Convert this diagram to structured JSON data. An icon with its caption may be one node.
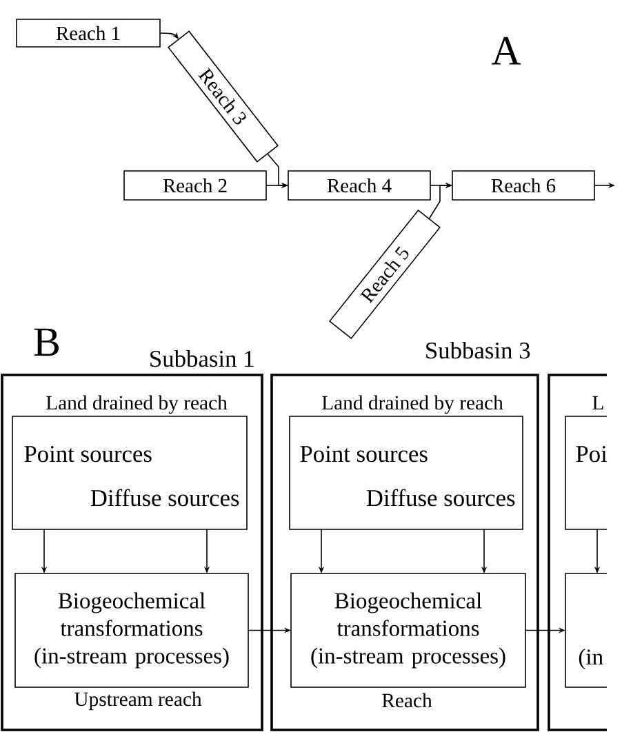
{
  "diagram": {
    "nodes": [
      {
        "text": [
          "Reach 1"
        ]
      },
      {
        "text": [
          "Reach 3"
        ]
      },
      {
        "text": [
          "Reach 2"
        ]
      },
      {
        "text": [
          "Reach 4"
        ]
      },
      {
        "text": [
          "Reach 6"
        ]
      },
      {
        "text": [
          "Reach 5"
        ]
      },
      {
        "text": [
          "Subbasin 1"
        ]
      },
      {
        "text": [
          "Land drained by reach",
          "Point sources",
          "Diffuse sources"
        ],
        "in": 6
      },
      {
        "text": [
          "Biogeochemical transformations (in-stream processes)"
        ],
        "beside": [
          "Upstream reach"
        ],
        "in": 6
      },
      {
        "text": [
          "Subbasin 3"
        ]
      },
      {
        "text": [
          "Land drained by reach",
          "Point sources",
          "Diffuse sources"
        ],
        "in": 9
      },
      {
        "text": [
          "Biogeochemical transformations (in-stream processes)"
        ],
        "beside": [
          "Reach"
        ],
        "in": 9
      },
      {
        "text": [],
        "shape": "box"
      },
      {
        "text": [
          "L",
          "Poi"
        ],
        "in": 12
      },
      {
        "text": [
          "(in"
        ],
        "in": 12
      }
    ],
    "edges": [
      {
        "from": 0,
        "to": 1,
        "arrow": "to"
      },
      {
        "from": 1,
        "to": 3,
        "arrow": "to"
      },
      {
        "from": 2,
        "to": 3,
        "arrow": "to"
      },
      {
        "from": 3,
        "to": 4,
        "arrow": "to"
      },
      {
        "from": 5,
        "to": 4,
        "arrow": "to"
      },
      {
        "from": 4,
        "to": null,
        "arrow": "to"
      },
      {
        "from": 7,
        "to": 8,
        "arrow": "to"
      },
      {
        "from": 7,
        "to": 8,
        "arrow": "to"
      },
      {
        "from": 10,
        "to": 11,
        "arrow": "to"
      },
      {
        "from": 10,
        "to": 11,
        "arrow": "to"
      },
      {
        "from": 13,
        "to": 14,
        "arrow": "to"
      },
      {
        "from": 8,
        "to": 11,
        "arrow": "to"
      },
      {
        "from": 11,
        "to": 14,
        "arrow": "to"
      }
    ],
    "labels": [
      "A",
      "B"
    ]
  }
}
